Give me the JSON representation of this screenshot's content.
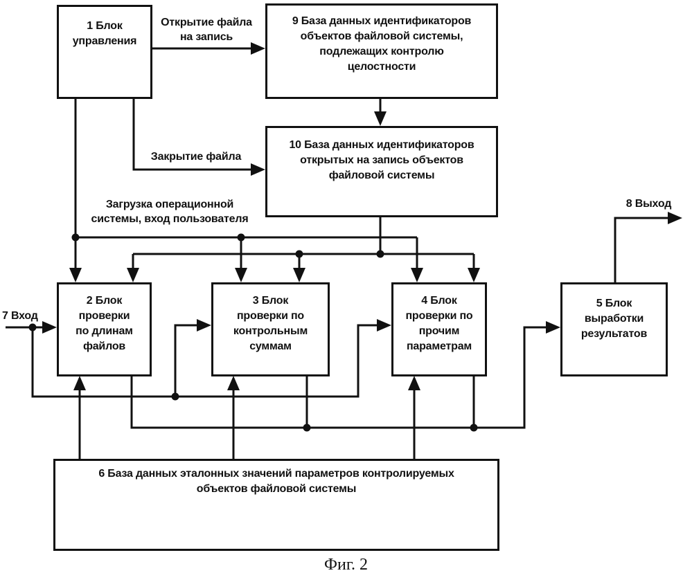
{
  "diagram": {
    "caption": "Фиг. 2",
    "colors": {
      "ink": "#111111",
      "background": "#ffffff"
    },
    "blocks": {
      "b1": {
        "label": "1 Блок\nуправления"
      },
      "b9": {
        "label": "9 База данных идентификаторов\nобъектов файловой системы,\nподлежащих контролю\nцелостности"
      },
      "b10": {
        "label": "10 База данных идентификаторов\nоткрытых на запись объектов\nфайловой системы"
      },
      "b2": {
        "label": "2 Блок\nпроверки\nпо длинам\nфайлов"
      },
      "b3": {
        "label": "3 Блок\nпроверки по\nконтрольным\nсуммам"
      },
      "b4": {
        "label": "4 Блок\nпроверки по\nпрочим\nпараметрам"
      },
      "b5": {
        "label": "5 Блок\nвыработки\nрезультатов"
      },
      "b6": {
        "label": "6 База данных эталонных значений параметров контролируемых\nобъектов файловой системы"
      }
    },
    "edge_labels": {
      "open_file": "Открытие файла\nна запись",
      "close_file": "Закрытие файла",
      "os_load": "Загрузка операционной\nсистемы, вход пользователя",
      "input": "7 Вход",
      "output": "8 Выход"
    }
  }
}
